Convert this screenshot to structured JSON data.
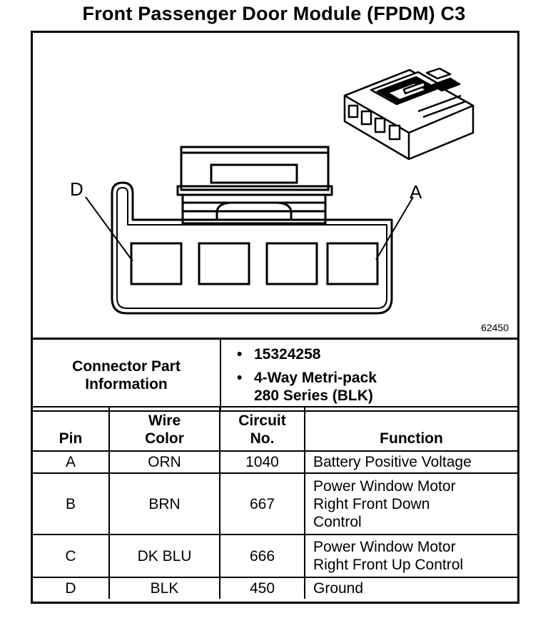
{
  "title": "Front Passenger Door Module (FPDM) C3",
  "figure": {
    "id": "62450",
    "pin_labels": {
      "left": "D",
      "right": "A"
    }
  },
  "connector_info": {
    "label": "Connector Part Information",
    "label_line1": "Connector Part",
    "label_line2": "Information",
    "part_number": "15324258",
    "description_line1": "4-Way Metri-pack",
    "description_line2": "280 Series (BLK)"
  },
  "pin_table": {
    "headers": {
      "pin": "Pin",
      "wire_color_line1": "Wire",
      "wire_color_line2": "Color",
      "circuit_line1": "Circuit",
      "circuit_line2": "No.",
      "function": "Function"
    },
    "rows": [
      {
        "pin": "A",
        "wire_color": "ORN",
        "circuit": "1040",
        "function": "Battery Positive Voltage",
        "function_lines": [
          "Battery Positive Voltage"
        ]
      },
      {
        "pin": "B",
        "wire_color": "BRN",
        "circuit": "667",
        "function": "Power Window Motor Right Front Down Control",
        "function_lines": [
          "Power Window Motor",
          "Right Front Down",
          "Control"
        ]
      },
      {
        "pin": "C",
        "wire_color": "DK BLU",
        "circuit": "666",
        "function": "Power Window Motor Right Front Up Control",
        "function_lines": [
          "Power Window Motor",
          "Right Front Up Control"
        ]
      },
      {
        "pin": "D",
        "wire_color": "BLK",
        "circuit": "450",
        "function": "Ground",
        "function_lines": [
          "Ground"
        ]
      }
    ]
  }
}
